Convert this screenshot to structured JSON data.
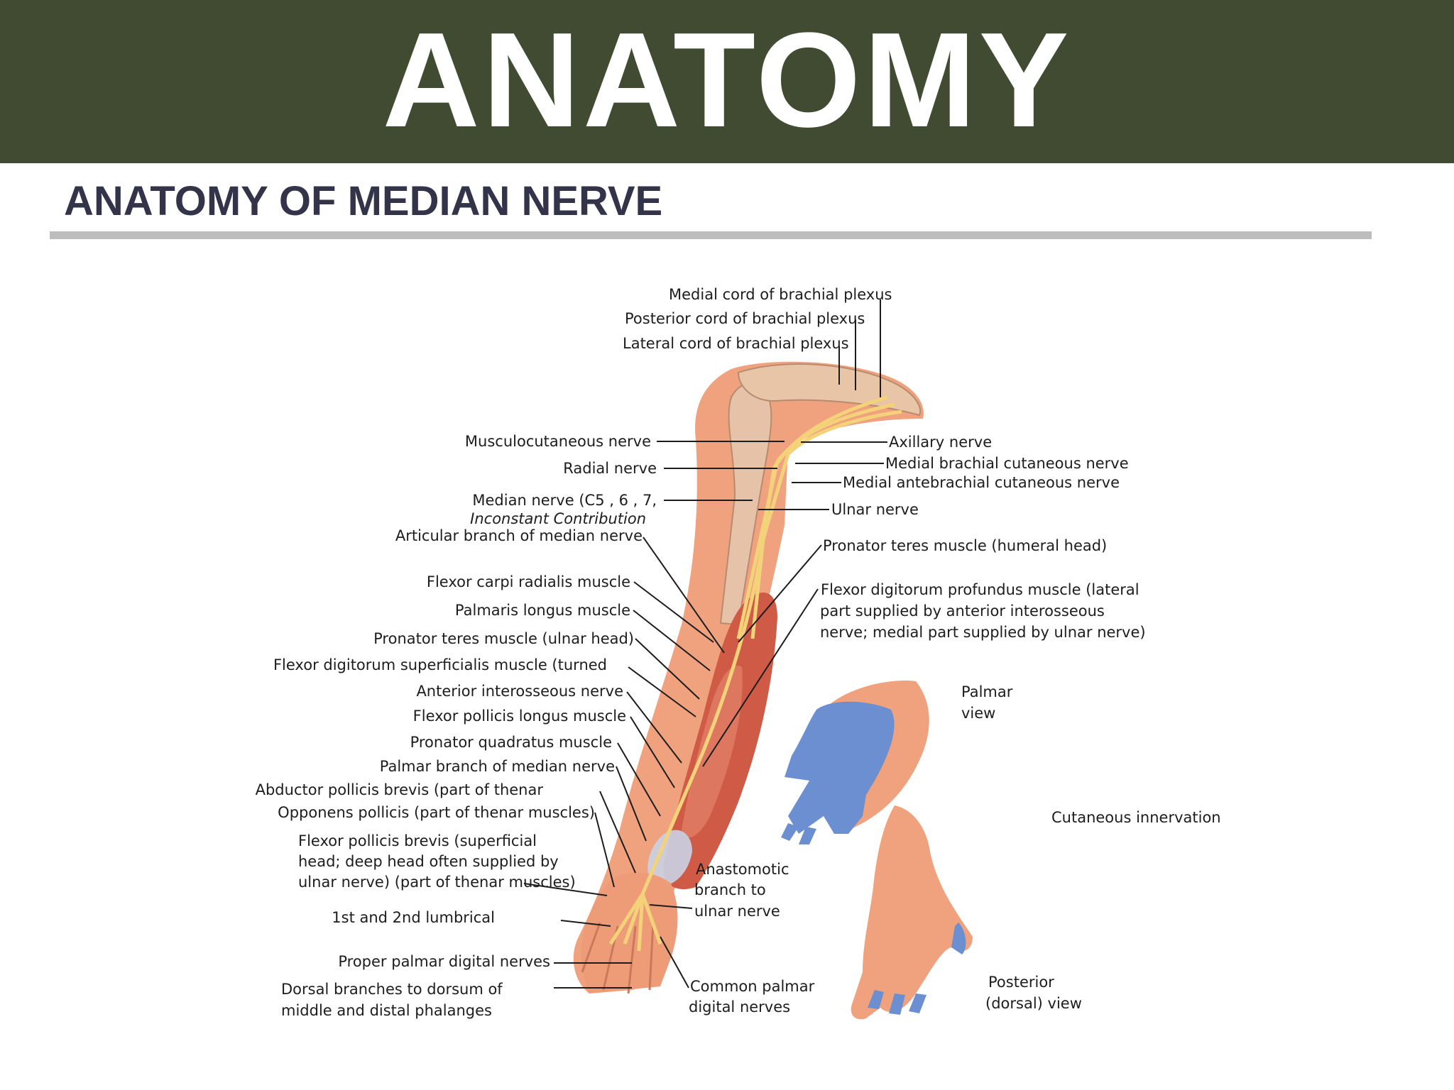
{
  "slide": {
    "banner_title": "ANATOMY",
    "subtitle": "ANATOMY OF MEDIAN NERVE"
  },
  "colors": {
    "banner": "#404b31",
    "subtitle": "#33334a",
    "rule": "#bdbdbd",
    "skin": "#f0a27e",
    "muscle": "#cf5a45",
    "nerve": "#f3d27a",
    "innervation": "#6b8fd0"
  },
  "figure": {
    "labels_left": {
      "medial_cord": "Medial cord of brachial plexus",
      "posterior_cord": "Posterior cord of brachial plexus",
      "lateral_cord": "Lateral cord of brachial plexus",
      "musculocutaneous": "Musculocutaneous nerve",
      "radial": "Radial nerve",
      "median_1": "Median nerve (C5 , 6 , 7,",
      "median_2": "Inconstant Contribution",
      "articular": "Articular branch of median nerve",
      "fcr": "Flexor carpi radialis muscle",
      "palmaris": "Palmaris longus muscle",
      "pt_ulnar": "Pronator teres muscle (ulnar head)",
      "fds": "Flexor digitorum superficialis muscle (turned",
      "ain": "Anterior interosseous nerve",
      "fpl": "Flexor pollicis longus muscle",
      "pq": "Pronator quadratus muscle",
      "palmar_branch": "Palmar branch of median nerve",
      "apb": "Abductor pollicis brevis (part of thenar",
      "opponens": "Opponens pollicis (part of thenar muscles)",
      "fpb_1": "Flexor pollicis brevis (superficial",
      "fpb_2": "head; deep head often supplied by",
      "fpb_3": "ulnar nerve) (part of thenar muscles)",
      "lumbrical": "1st and 2nd lumbrical",
      "proper_digital": "Proper palmar digital nerves",
      "dorsal_1": "Dorsal branches to dorsum of",
      "dorsal_2": "middle and distal phalanges"
    },
    "labels_right": {
      "axillary": "Axillary nerve",
      "medial_brachial": "Medial brachial cutaneous nerve",
      "medial_antebrachial": "Medial antebrachial cutaneous nerve",
      "ulnar": "Ulnar nerve",
      "pt_humeral": "Pronator teres muscle (humeral head)",
      "fdp_1": "Flexor digitorum profundus muscle (lateral",
      "fdp_2": "part supplied by anterior interosseous",
      "fdp_3": "nerve; medial part supplied by ulnar nerve)",
      "palmar_1": "Palmar",
      "palmar_2": "view",
      "cutaneous": "Cutaneous innervation",
      "anast_1": "Anastomotic",
      "anast_2": "branch to",
      "anast_3": "ulnar nerve",
      "common_1": "Common palmar",
      "common_2": "digital nerves",
      "posterior_1": "Posterior",
      "posterior_2": "(dorsal) view"
    }
  }
}
